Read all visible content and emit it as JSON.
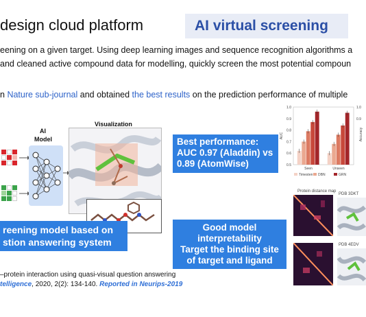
{
  "header": {
    "title": "design cloud platform",
    "badge": "AI virtual screening"
  },
  "body_lines": {
    "line1": "eening on a given target. Using deep learning images and sequence recognition algorithms a",
    "line2": "and cleaned active compound data for modelling, quickly screen the most potential compoun",
    "line3_prefix": "n ",
    "line3_link1": "Nature sub-journal",
    "line3_middle": " and obtained ",
    "line3_link2": "the best results",
    "line3_suffix": " on the prediction performance of multiple"
  },
  "diagram": {
    "ai_label": "AI",
    "model_label": "Model",
    "visualization_label": "Visualization"
  },
  "callouts": {
    "best_performance": [
      "Best performance:",
      "AUC 0.97 (Aladdin) vs",
      "0.89 (AtomWise)"
    ],
    "interpretability": [
      "Good model",
      "interpretability",
      "Target the binding site",
      "of target and ligand"
    ],
    "screening_model": [
      "reening model based on",
      "stion answering system"
    ]
  },
  "chart_data": {
    "type": "bar",
    "categories": [
      "Seen",
      "Unseen"
    ],
    "series": [
      {
        "name": "Timesten",
        "values": [
          0.62,
          0.6
        ]
      },
      {
        "name": "DBN",
        "values": [
          0.7,
          0.68
        ]
      },
      {
        "name": "",
        "values": [
          0.79,
          0.76
        ]
      },
      {
        "name": "",
        "values": [
          0.87,
          0.84
        ]
      },
      {
        "name": "GRN",
        "values": [
          0.96,
          0.95
        ]
      }
    ],
    "ylim": [
      0.5,
      1.0
    ],
    "yticks": [
      "1.0",
      "0.9",
      "0.8",
      "0.7",
      "0.6",
      "0.5"
    ],
    "left_ylabel": "AUC",
    "right_ylabel": "Accuracy",
    "right_yticks": [
      "1.0",
      "0.9"
    ],
    "colors": [
      "#f4d2c6",
      "#eaa890",
      "#dc7a62",
      "#c8483b",
      "#a3262a"
    ]
  },
  "caption": {
    "line1": "–protein interaction using quasi-visual question answering",
    "line2_italic": "telligence",
    "line2_middle": ", 2020, 2(2): 134-140. ",
    "line2_reported": "Reported in Neurips-2019"
  },
  "heatmap_panel": {
    "top_label": "Protein distance map",
    "pdb_top": "PDB 3DKT",
    "pdb_bottom": "PDB 4EDV"
  },
  "colors": {
    "accent_blue": "#2f7fe0",
    "badge_text": "#2b4fa6",
    "link_blue": "#2e63c9"
  }
}
